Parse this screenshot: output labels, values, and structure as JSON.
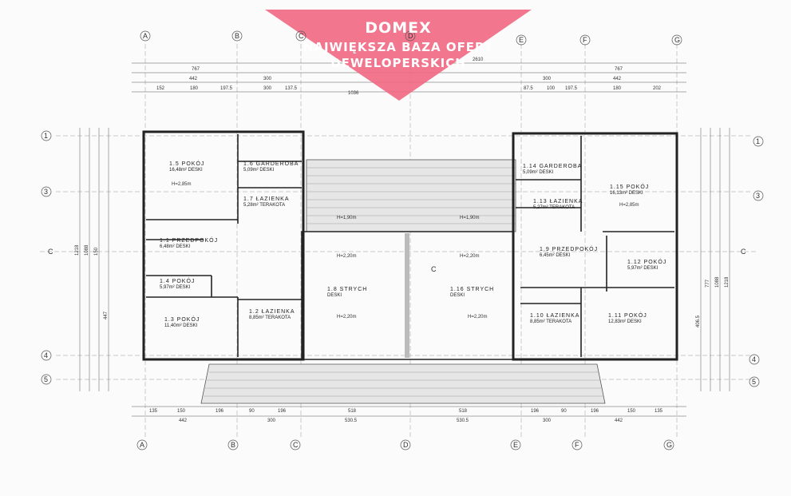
{
  "banner": {
    "brand": "DOMEX",
    "line1": "NAJWIĘKSZA BAZA OFERT",
    "line2": "DEWELOPERSKICH",
    "color": "#f06a84"
  },
  "axes": {
    "top": [
      "A",
      "B",
      "C",
      "D",
      "E",
      "F",
      "G"
    ],
    "side": [
      "1",
      "3",
      "4",
      "5"
    ],
    "section": "C"
  },
  "dims_top": {
    "row1": [
      "767",
      "767"
    ],
    "row2": [
      "442",
      "300",
      "300",
      "442"
    ],
    "row3": [
      "152",
      "180",
      "197.5",
      "300",
      "137.5",
      "87.5",
      "100",
      "197.5",
      "180",
      "202"
    ],
    "totals": [
      "2610",
      "1036"
    ]
  },
  "dims_bottom": {
    "row1": [
      "135",
      "150",
      "196",
      "90",
      "196",
      "518",
      "518",
      "196",
      "90",
      "196",
      "150",
      "135"
    ],
    "row2": [
      "442",
      "300",
      "530.5",
      "530.5",
      "300",
      "442"
    ]
  },
  "dims_side_left": [
    "1218",
    "1088",
    "447",
    "150"
  ],
  "dims_side_right": [
    "777",
    "1088",
    "1218",
    "406.5"
  ],
  "rooms": [
    {
      "id": "1.5",
      "name": "POKÓJ",
      "area": "16,48m²",
      "floor": "DESKI"
    },
    {
      "id": "1.6",
      "name": "GARDEROBA",
      "area": "5,09m²",
      "floor": "DESKI"
    },
    {
      "id": "1.7",
      "name": "ŁAZIENKA",
      "area": "5,28m²",
      "floor": "TERAKOTA"
    },
    {
      "id": "1.1",
      "name": "PRZEDPOKÓJ",
      "area": "6,48m²",
      "floor": "DESKI"
    },
    {
      "id": "1.4",
      "name": "POKÓJ",
      "area": "5,97m²",
      "floor": "DESKI"
    },
    {
      "id": "1.3",
      "name": "POKÓJ",
      "area": "11,40m²",
      "floor": "DESKI"
    },
    {
      "id": "1.2",
      "name": "ŁAZIENKA",
      "area": "8,85m²",
      "floor": "TERAKOTA"
    },
    {
      "id": "1.8",
      "name": "STRYCH",
      "area": "",
      "floor": "DESKI"
    },
    {
      "id": "1.16",
      "name": "STRYCH",
      "area": "",
      "floor": "DESKI"
    },
    {
      "id": "1.14",
      "name": "GARDEROBA",
      "area": "5,09m²",
      "floor": "DESKI"
    },
    {
      "id": "1.15",
      "name": "POKÓJ",
      "area": "16,13m²",
      "floor": "DESKI"
    },
    {
      "id": "1.13",
      "name": "ŁAZIENKA",
      "area": "5,27m²",
      "floor": "TERAKOTA"
    },
    {
      "id": "1.9",
      "name": "PRZEDPOKÓJ",
      "area": "6,45m²",
      "floor": "DESKI"
    },
    {
      "id": "1.12",
      "name": "POKÓJ",
      "area": "5,97m²",
      "floor": "DESKI"
    },
    {
      "id": "1.10",
      "name": "ŁAZIENKA",
      "area": "8,85m²",
      "floor": "TERAKOTA"
    },
    {
      "id": "1.11",
      "name": "POKÓJ",
      "area": "12,83m²",
      "floor": "DESKI"
    }
  ],
  "heights": [
    "H=2,85m",
    "H=2,85m",
    "H=2,20m",
    "H=2,20m",
    "H=2,20m",
    "H=2,20m",
    "H=1,90m",
    "H=1,90m"
  ]
}
